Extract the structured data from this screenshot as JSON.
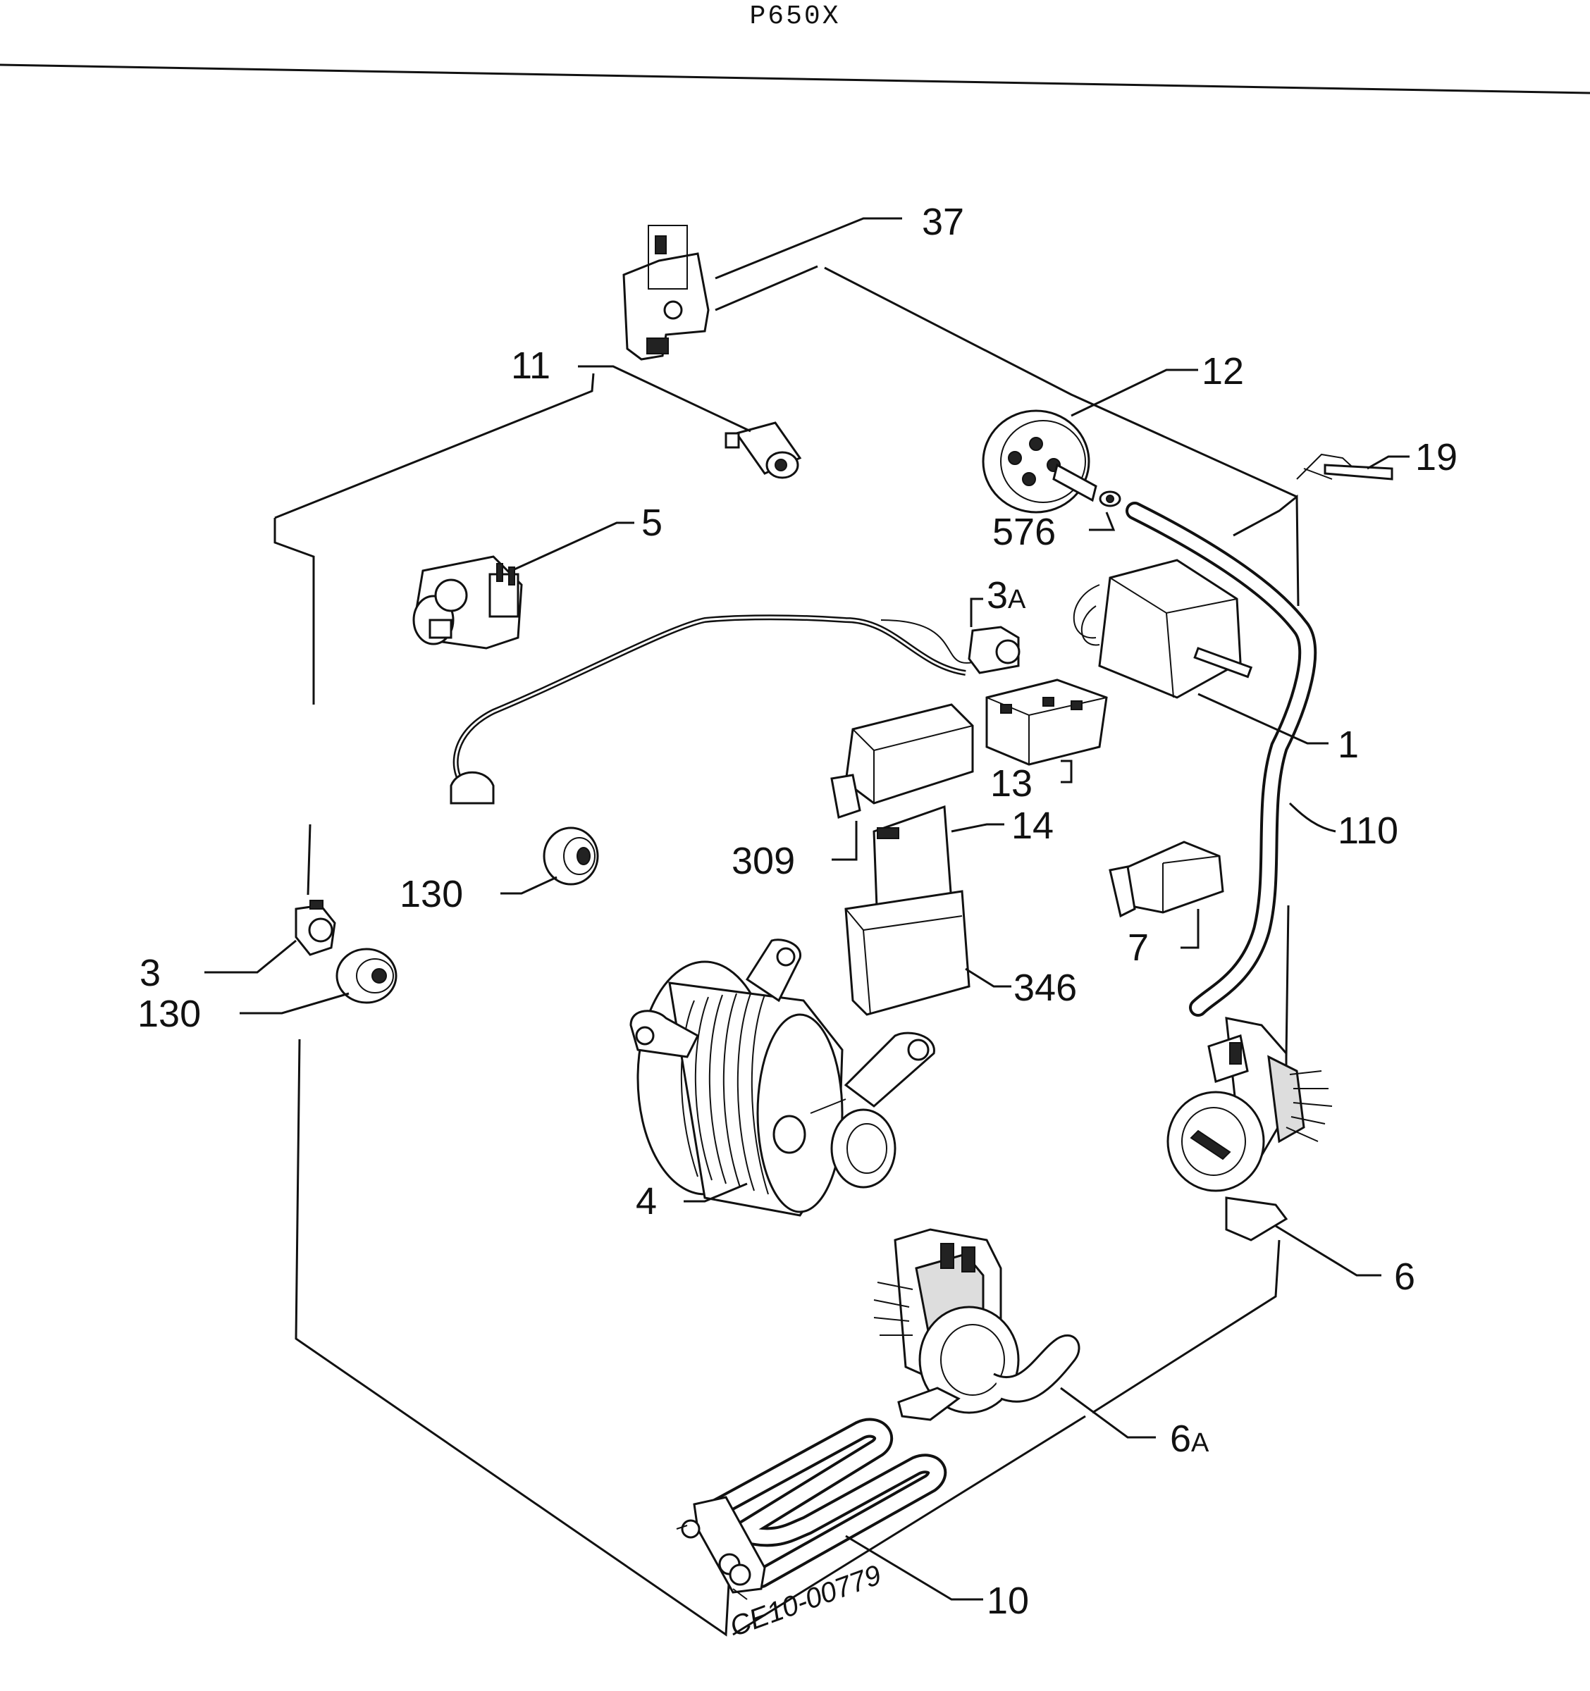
{
  "title": "P650X",
  "drawing_code": "CE10-00779",
  "labels": {
    "l37": "37",
    "l11": "11",
    "l12": "12",
    "l19": "19",
    "l576": "576",
    "l5": "5",
    "l3a_num": "3",
    "l3a_suffix": "A",
    "l1": "1",
    "l13": "13",
    "l14": "14",
    "l309": "309",
    "l110": "110",
    "l130a": "130",
    "l7": "7",
    "l3": "3",
    "l130b": "130",
    "l346": "346",
    "l4": "4",
    "l6": "6",
    "l6a_num": "6",
    "l6a_suffix": "A",
    "l10": "10"
  }
}
